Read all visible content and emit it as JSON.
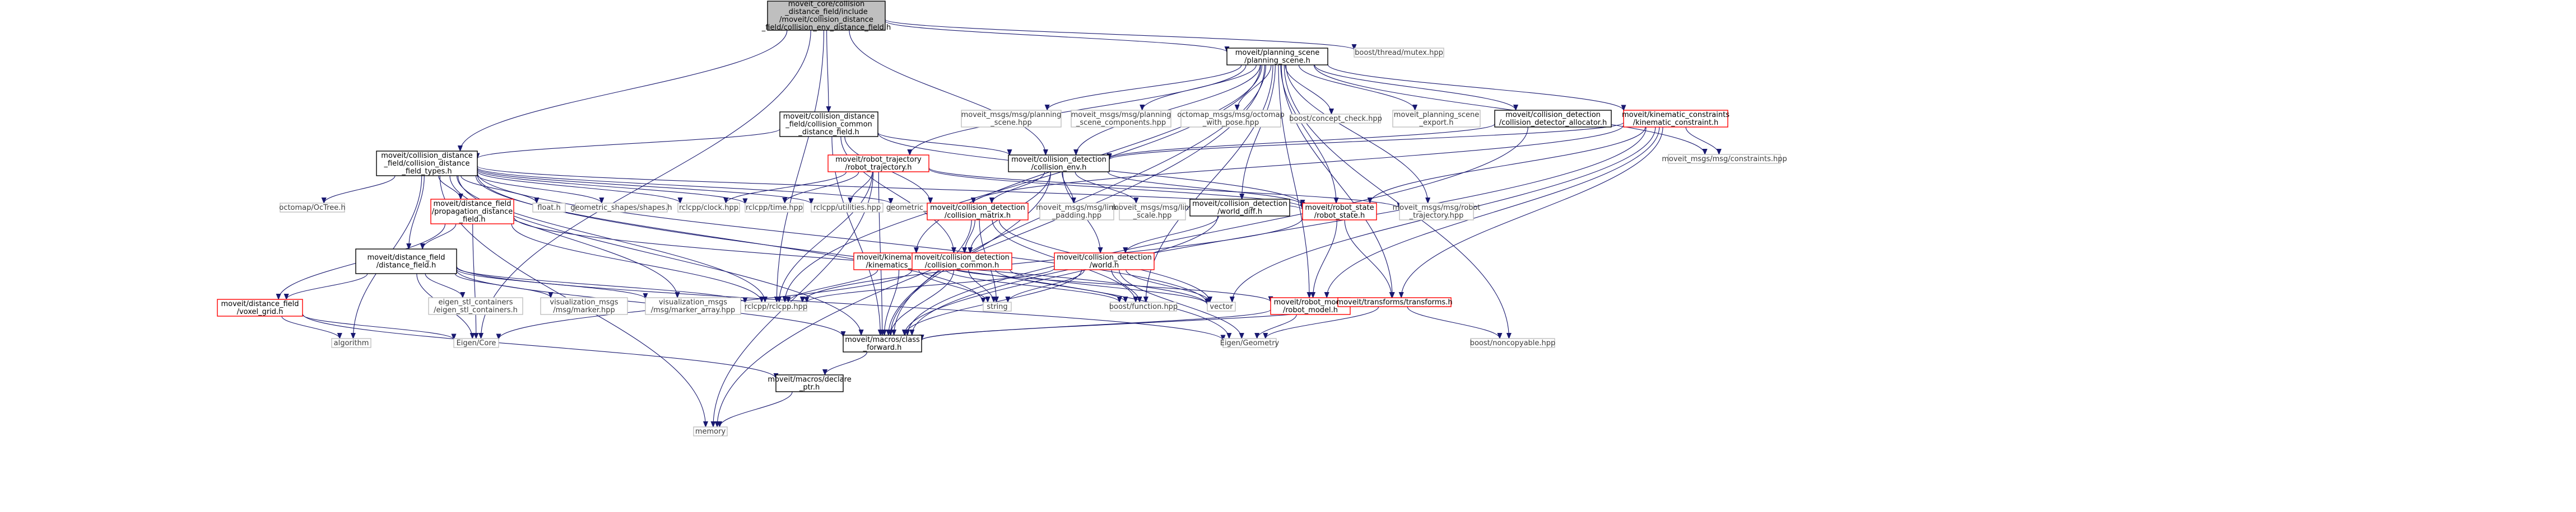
{
  "nodes": [
    {
      "id": "root",
      "lines": [
        "moveit_core/collision",
        "_distance_field/include",
        "/moveit/collision_distance",
        "_field/collision_env_distance_field.h"
      ],
      "kind": "root"
    },
    {
      "id": "ps",
      "lines": [
        "moveit/planning_scene",
        "/planning_scene.h"
      ],
      "kind": "black"
    },
    {
      "id": "mutex",
      "lines": [
        "boost/thread/mutex.hpp"
      ],
      "kind": "gray"
    },
    {
      "id": "cdc",
      "lines": [
        "moveit/collision_distance",
        "_field/collision_common",
        "_distance_field.h"
      ],
      "kind": "black"
    },
    {
      "id": "cdt",
      "lines": [
        "moveit/collision_distance",
        "_field/collision_distance",
        "_field_types.h"
      ],
      "kind": "black"
    },
    {
      "id": "rt",
      "lines": [
        "moveit/robot_trajectory",
        "/robot_trajectory.h"
      ],
      "kind": "red"
    },
    {
      "id": "cenv",
      "lines": [
        "moveit/collision_detection",
        "/collision_env.h"
      ],
      "kind": "black"
    },
    {
      "id": "mps",
      "lines": [
        "moveit_msgs/msg/planning",
        "_scene.hpp"
      ],
      "kind": "gray"
    },
    {
      "id": "mpsc",
      "lines": [
        "moveit_msgs/msg/planning",
        "_scene_components.hpp"
      ],
      "kind": "gray"
    },
    {
      "id": "octo",
      "lines": [
        "octomap_msgs/msg/octomap",
        "_with_pose.hpp"
      ],
      "kind": "gray"
    },
    {
      "id": "concept",
      "lines": [
        "boost/concept_check.hpp"
      ],
      "kind": "gray"
    },
    {
      "id": "psexp",
      "lines": [
        "moveit_planning_scene",
        "_export.h"
      ],
      "kind": "gray"
    },
    {
      "id": "cda",
      "lines": [
        "moveit/collision_detection",
        "/collision_detector_allocator.h"
      ],
      "kind": "black"
    },
    {
      "id": "kc",
      "lines": [
        "moveit/kinematic_constraints",
        "/kinematic_constraint.h"
      ],
      "kind": "red"
    },
    {
      "id": "constr",
      "lines": [
        "moveit_msgs/msg/constraints.hpp"
      ],
      "kind": "gray"
    },
    {
      "id": "octree",
      "lines": [
        "octomap/OcTree.h"
      ],
      "kind": "gray"
    },
    {
      "id": "dfprop",
      "lines": [
        "moveit/distance_field",
        "/propagation_distance",
        "_field.h"
      ],
      "kind": "red"
    },
    {
      "id": "float",
      "lines": [
        "float.h"
      ],
      "kind": "gray"
    },
    {
      "id": "geoshapes",
      "lines": [
        "geometric_shapes/shapes.h"
      ],
      "kind": "gray"
    },
    {
      "id": "clock",
      "lines": [
        "rclcpp/clock.hpp"
      ],
      "kind": "gray"
    },
    {
      "id": "time",
      "lines": [
        "rclcpp/time.hpp"
      ],
      "kind": "gray"
    },
    {
      "id": "util",
      "lines": [
        "rclcpp/utilities.hpp"
      ],
      "kind": "gray"
    },
    {
      "id": "bodies",
      "lines": [
        "geometric_shapes/bodies.h"
      ],
      "kind": "gray"
    },
    {
      "id": "cmatrix",
      "lines": [
        "moveit/collision_detection",
        "/collision_matrix.h"
      ],
      "kind": "red"
    },
    {
      "id": "linkpad",
      "lines": [
        "moveit_msgs/msg/link",
        "_padding.hpp"
      ],
      "kind": "gray"
    },
    {
      "id": "linkscale",
      "lines": [
        "moveit_msgs/msg/link",
        "_scale.hpp"
      ],
      "kind": "gray"
    },
    {
      "id": "wdiff",
      "lines": [
        "moveit/collision_detection",
        "/world_diff.h"
      ],
      "kind": "black"
    },
    {
      "id": "rstate",
      "lines": [
        "moveit/robot_state",
        "/robot_state.h"
      ],
      "kind": "red"
    },
    {
      "id": "mrt",
      "lines": [
        "moveit_msgs/msg/robot",
        "_trajectory.hpp"
      ],
      "kind": "gray"
    },
    {
      "id": "dfdf",
      "lines": [
        "moveit/distance_field",
        "/distance_field.h"
      ],
      "kind": "black"
    },
    {
      "id": "kbase",
      "lines": [
        "moveit/kinematics_base",
        "/kinematics_base.h"
      ],
      "kind": "red"
    },
    {
      "id": "ccommon",
      "lines": [
        "moveit/collision_detection",
        "/collision_common.h"
      ],
      "kind": "red"
    },
    {
      "id": "world",
      "lines": [
        "moveit/collision_detection",
        "/world.h"
      ],
      "kind": "red"
    },
    {
      "id": "voxel",
      "lines": [
        "moveit/distance_field",
        "/voxel_grid.h"
      ],
      "kind": "red"
    },
    {
      "id": "eigenstl",
      "lines": [
        "eigen_stl_containers",
        "/eigen_stl_containers.h"
      ],
      "kind": "gray"
    },
    {
      "id": "vismarker",
      "lines": [
        "visualization_msgs",
        "/msg/marker.hpp"
      ],
      "kind": "gray"
    },
    {
      "id": "vismarkerarr",
      "lines": [
        "visualization_msgs",
        "/msg/marker_array.hpp"
      ],
      "kind": "gray"
    },
    {
      "id": "rclcpp",
      "lines": [
        "rclcpp/rclcpp.hpp"
      ],
      "kind": "gray"
    },
    {
      "id": "string",
      "lines": [
        "string"
      ],
      "kind": "gray"
    },
    {
      "id": "boostfn",
      "lines": [
        "boost/function.hpp"
      ],
      "kind": "gray"
    },
    {
      "id": "vector",
      "lines": [
        "vector"
      ],
      "kind": "gray"
    },
    {
      "id": "rmodel",
      "lines": [
        "moveit/robot_model",
        "/robot_model.h"
      ],
      "kind": "red"
    },
    {
      "id": "transforms",
      "lines": [
        "moveit/transforms/transforms.h"
      ],
      "kind": "red"
    },
    {
      "id": "algorithm",
      "lines": [
        "algorithm"
      ],
      "kind": "gray"
    },
    {
      "id": "eigencore",
      "lines": [
        "Eigen/Core"
      ],
      "kind": "gray"
    },
    {
      "id": "classfwd",
      "lines": [
        "moveit/macros/class",
        "_forward.h"
      ],
      "kind": "black"
    },
    {
      "id": "eigengeo",
      "lines": [
        "Eigen/Geometry"
      ],
      "kind": "gray"
    },
    {
      "id": "noncopy",
      "lines": [
        "boost/noncopyable.hpp"
      ],
      "kind": "gray"
    },
    {
      "id": "declptr",
      "lines": [
        "moveit/macros/declare",
        "_ptr.h"
      ],
      "kind": "black"
    },
    {
      "id": "memory",
      "lines": [
        "memory"
      ],
      "kind": "gray"
    }
  ],
  "edges": [
    [
      "root",
      "ps"
    ],
    [
      "root",
      "mutex"
    ],
    [
      "root",
      "cdc"
    ],
    [
      "root",
      "cdt"
    ],
    [
      "root",
      "cenv"
    ],
    [
      "root",
      "rclcpp"
    ],
    [
      "root",
      "eigencore"
    ],
    [
      "ps",
      "mps"
    ],
    [
      "ps",
      "mpsc"
    ],
    [
      "ps",
      "octo"
    ],
    [
      "ps",
      "concept"
    ],
    [
      "ps",
      "psexp"
    ],
    [
      "ps",
      "cda"
    ],
    [
      "ps",
      "kc"
    ],
    [
      "ps",
      "constr"
    ],
    [
      "ps",
      "rt"
    ],
    [
      "ps",
      "cenv"
    ],
    [
      "ps",
      "wdiff"
    ],
    [
      "ps",
      "kbase"
    ],
    [
      "ps",
      "rstate"
    ],
    [
      "ps",
      "mrt"
    ],
    [
      "ps",
      "rmodel"
    ],
    [
      "ps",
      "transforms"
    ],
    [
      "ps",
      "noncopy"
    ],
    [
      "ps",
      "memory"
    ],
    [
      "ps",
      "classfwd"
    ],
    [
      "ps",
      "boostfn"
    ],
    [
      "ps",
      "rclcpp"
    ],
    [
      "cdc",
      "cdt"
    ],
    [
      "cdc",
      "cenv"
    ],
    [
      "cdc",
      "ccommon"
    ],
    [
      "cdc",
      "rstate"
    ],
    [
      "cdc",
      "classfwd"
    ],
    [
      "cdc",
      "bodies"
    ],
    [
      "cdt",
      "octree"
    ],
    [
      "cdt",
      "dfprop"
    ],
    [
      "cdt",
      "dfdf"
    ],
    [
      "cdt",
      "float"
    ],
    [
      "cdt",
      "geoshapes"
    ],
    [
      "cdt",
      "bodies"
    ],
    [
      "cdt",
      "clock"
    ],
    [
      "cdt",
      "time"
    ],
    [
      "cdt",
      "util"
    ],
    [
      "cdt",
      "vismarkerarr"
    ],
    [
      "cdt",
      "rclcpp"
    ],
    [
      "cdt",
      "string"
    ],
    [
      "cdt",
      "algorithm"
    ],
    [
      "cdt",
      "memory"
    ],
    [
      "cdt",
      "classfwd"
    ],
    [
      "cdt",
      "vector"
    ],
    [
      "cdt",
      "eigengeo"
    ],
    [
      "cdt",
      "rstate"
    ],
    [
      "rt",
      "rstate"
    ],
    [
      "rt",
      "mrt"
    ],
    [
      "rt",
      "clock"
    ],
    [
      "rt",
      "time"
    ],
    [
      "rt",
      "util"
    ],
    [
      "rt",
      "memory"
    ],
    [
      "rt",
      "classfwd"
    ],
    [
      "rt",
      "rclcpp"
    ],
    [
      "cenv",
      "cmatrix"
    ],
    [
      "cenv",
      "linkpad"
    ],
    [
      "cenv",
      "linkscale"
    ],
    [
      "cenv",
      "world"
    ],
    [
      "cenv",
      "rstate"
    ],
    [
      "cenv",
      "classfwd"
    ],
    [
      "cenv",
      "ccommon"
    ],
    [
      "cda",
      "cenv"
    ],
    [
      "cda",
      "classfwd"
    ],
    [
      "kc",
      "constr"
    ],
    [
      "kc",
      "rstate"
    ],
    [
      "kc",
      "rmodel"
    ],
    [
      "kc",
      "transforms"
    ],
    [
      "kc",
      "bodies"
    ],
    [
      "kc",
      "vector"
    ],
    [
      "kc",
      "classfwd"
    ],
    [
      "kc",
      "cenv"
    ],
    [
      "dfprop",
      "dfdf"
    ],
    [
      "dfprop",
      "voxel"
    ],
    [
      "dfprop",
      "vector"
    ],
    [
      "dfprop",
      "eigencore"
    ],
    [
      "dfprop",
      "rclcpp"
    ],
    [
      "cmatrix",
      "ccommon"
    ],
    [
      "cmatrix",
      "string"
    ],
    [
      "cmatrix",
      "vector"
    ],
    [
      "cmatrix",
      "boostfn"
    ],
    [
      "cmatrix",
      "classfwd"
    ],
    [
      "wdiff",
      "world"
    ],
    [
      "wdiff",
      "classfwd"
    ],
    [
      "rstate",
      "rmodel"
    ],
    [
      "rstate",
      "transforms"
    ],
    [
      "rstate",
      "rclcpp"
    ],
    [
      "dfdf",
      "voxel"
    ],
    [
      "dfdf",
      "eigenstl"
    ],
    [
      "dfdf",
      "vismarker"
    ],
    [
      "dfdf",
      "vismarkerarr"
    ],
    [
      "dfdf",
      "rclcpp"
    ],
    [
      "dfdf",
      "eigengeo"
    ],
    [
      "dfdf",
      "classfwd"
    ],
    [
      "dfdf",
      "eigencore"
    ],
    [
      "kbase",
      "rclcpp"
    ],
    [
      "kbase",
      "string"
    ],
    [
      "kbase",
      "boostfn"
    ],
    [
      "kbase",
      "classfwd"
    ],
    [
      "kbase",
      "rmodel"
    ],
    [
      "ccommon",
      "string"
    ],
    [
      "ccommon",
      "vector"
    ],
    [
      "ccommon",
      "boostfn"
    ],
    [
      "ccommon",
      "classfwd"
    ],
    [
      "ccommon",
      "eigencore"
    ],
    [
      "world",
      "string"
    ],
    [
      "world",
      "vector"
    ],
    [
      "world",
      "boostfn"
    ],
    [
      "world",
      "classfwd"
    ],
    [
      "world",
      "eigengeo"
    ],
    [
      "world",
      "rclcpp"
    ],
    [
      "voxel",
      "eigencore"
    ],
    [
      "voxel",
      "algorithm"
    ],
    [
      "voxel",
      "declptr"
    ],
    [
      "rmodel",
      "classfwd"
    ],
    [
      "rmodel",
      "eigengeo"
    ],
    [
      "transforms",
      "classfwd"
    ],
    [
      "transforms",
      "eigengeo"
    ],
    [
      "transforms",
      "noncopy"
    ],
    [
      "classfwd",
      "declptr"
    ],
    [
      "declptr",
      "memory"
    ]
  ]
}
